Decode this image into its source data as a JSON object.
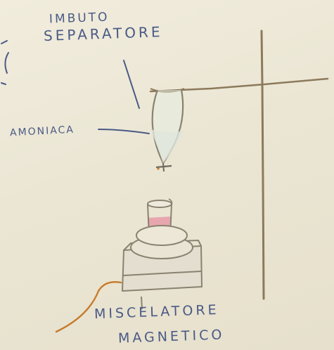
{
  "diagram": {
    "labels": {
      "funnel_line1": "IMBUTO",
      "funnel_line2": "SEPARATORE",
      "ammonia": "AMONIACA",
      "stirrer_line1": "MISCELATORE",
      "stirrer_line2": "MAGNETICO"
    },
    "colors": {
      "ink": "#4a5a86",
      "pencil": "#8a8270",
      "stand": "#8c7a5c",
      "liquid_pink": "#e7a6ae",
      "liquid_green": "#b9d3a0",
      "cable": "#c77a2a",
      "paper": "#ece7d6"
    }
  }
}
